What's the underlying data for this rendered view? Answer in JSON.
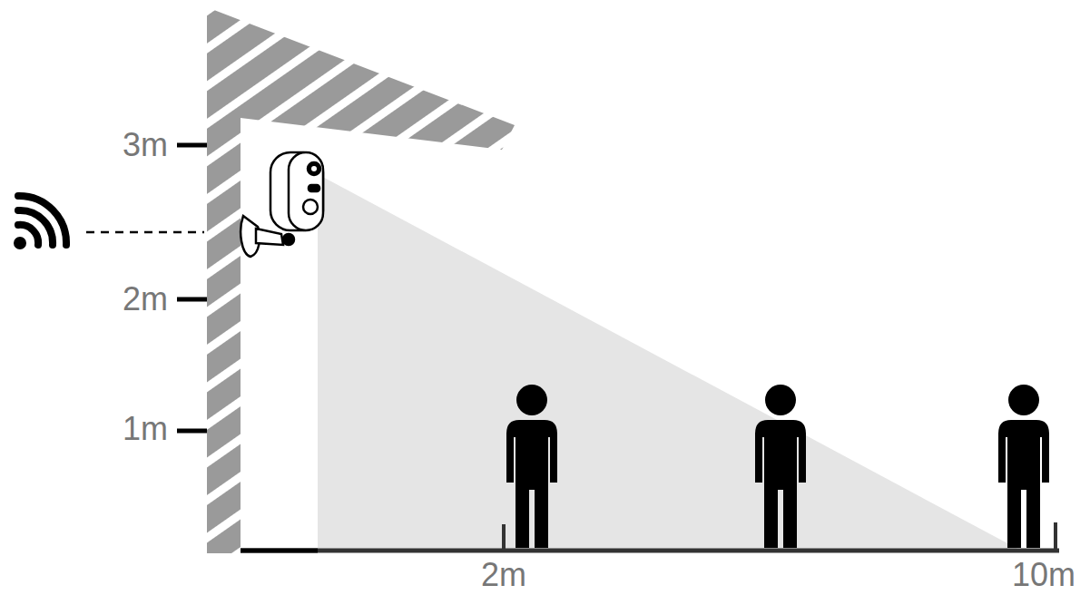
{
  "diagram": {
    "labels": [
      "3m",
      "2m",
      "1m",
      "2m",
      "10m"
    ]
  }
}
